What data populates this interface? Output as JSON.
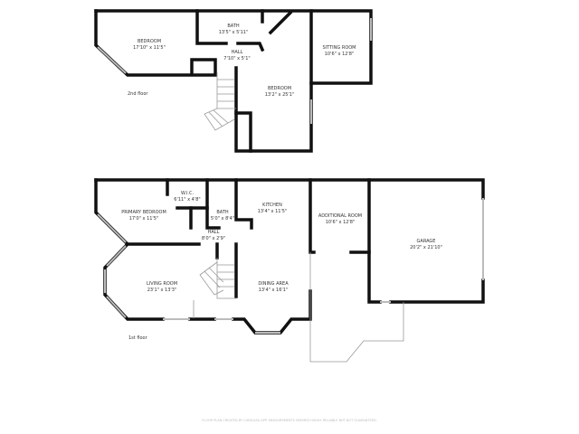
{
  "floors": [
    {
      "label": "2nd floor",
      "rooms": [
        {
          "name": "BEDROOM",
          "size": "17'10\" x 11'5\""
        },
        {
          "name": "BATH",
          "size": "13'5\" x 5'11\""
        },
        {
          "name": "HALL",
          "size": "7'10\" x 5'1\""
        },
        {
          "name": "SITTING ROOM",
          "size": "10'6\" x 12'8\""
        },
        {
          "name": "BEDROOM",
          "size": "13'2\" x 25'1\""
        }
      ]
    },
    {
      "label": "1st floor",
      "rooms": [
        {
          "name": "W.I.C.",
          "size": "6'11\" x 4'8\""
        },
        {
          "name": "PRIMARY BEDROOM",
          "size": "17'0\" x 11'5\""
        },
        {
          "name": "BATH",
          "size": "5'0\" x 8'4\""
        },
        {
          "name": "HALL",
          "size": "8'0\" x 2'9\""
        },
        {
          "name": "KITCHEN",
          "size": "13'4\" x 11'5\""
        },
        {
          "name": "ADDITIONAL ROOM",
          "size": "10'6\" x 12'8\""
        },
        {
          "name": "GARAGE",
          "size": "20'2\" x 21'10\""
        },
        {
          "name": "LIVING ROOM",
          "size": "23'1\" x 13'3\""
        },
        {
          "name": "DINING AREA",
          "size": "13'4\" x 16'1\""
        }
      ]
    }
  ],
  "footer": "FLOOR PLAN CREATED BY CUBICASA APP. MEASUREMENTS DEEMED HIGHLY RELIABLE BUT NOT GUARANTEED."
}
